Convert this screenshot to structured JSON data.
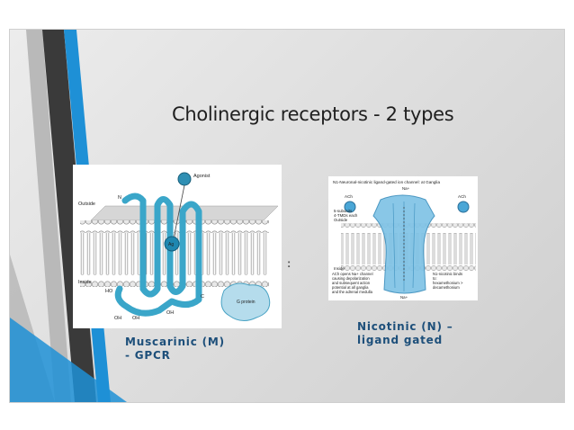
{
  "slide": {
    "title": "Cholinergic receptors - 2 types",
    "colors": {
      "accent": "#1e90d6",
      "dark_stripe": "#3a3a3a",
      "caption": "#1d4f7a",
      "receptor": "#5bb8d6"
    }
  },
  "muscarinic": {
    "caption_line1": "Muscarinic (M)",
    "caption_line2": "- GPCR",
    "labels": {
      "agonist": "Agonist",
      "outside": "Outside",
      "inside": "Inside",
      "n_term": "N",
      "ag": "Ag",
      "c_term": "C",
      "ho": "HO",
      "oh1": "OH",
      "oh2": "OH",
      "oh3": "OH",
      "g_protein": "G protein"
    }
  },
  "nicotinic": {
    "caption_line1": "Nicotinic (N) –",
    "caption_line2": "ligand gated",
    "labels": {
      "top": "N1-Neuronal-nicotinic ligand-gated ion channel: at Ganglia",
      "na_top": "Na+",
      "ach_left": "ACh",
      "ach_right": "ACh",
      "subunits1": "5-subunits",
      "subunits2": "4-TMDs each",
      "outside": "Outside",
      "inside": "Inside",
      "left_note1": "ACh opens Na+ channel",
      "left_note2": "causing depolarization",
      "left_note3": "and subsequent action",
      "left_note4": "potential at all ganglia",
      "left_note5": "and the adrenal medulla",
      "right_note1": "N1-nicotinic binds",
      "right_note2": "to:",
      "right_note3": "hexamethonium >",
      "right_note4": "decamethonium",
      "na_bottom": "Na+"
    }
  }
}
